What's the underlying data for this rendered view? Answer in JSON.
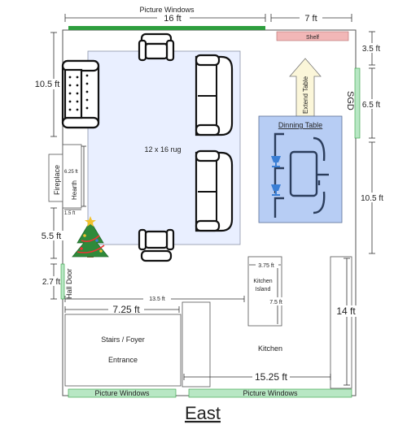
{
  "labels": {
    "picture_windows_top": "Picture Windows",
    "dim_top_16": "16 ft",
    "dim_top_7": "7 ft",
    "shelf": "Shelf",
    "dim_right_35": "3.5 ft",
    "sgd": "SGD",
    "dim_right_65": "6.5 ft",
    "dim_right_105": "10.5 ft",
    "dim_left_105": "10.5 ft",
    "rug": "12 x 16 rug",
    "extend_table": "Extend Table",
    "dining_table": "Dinning Table",
    "fireplace": "Fireplace",
    "hearth": "Hearth",
    "hearth_625": "6.25 ft",
    "hearth_15": "1.5 ft",
    "dim_left_55": "5.5 ft",
    "dim_left_27": "2.7 ft",
    "hall_door": "Hall Door",
    "dim_375": "3.75 ft",
    "kitchen_island_1": "Kitchen",
    "kitchen_island_2": "Island",
    "dim_75": "7.5 ft",
    "dim_135": "13.5 ft",
    "dim_14": "14 ft",
    "dim_725": "7.25 ft",
    "stairs_foyer": "Stairs / Foyer",
    "entrance": "Entrance",
    "kitchen": "Kitchen",
    "dim_1525": "15.25 ft",
    "picture_windows_bottom_left": "Picture Windows",
    "picture_windows_bottom_right": "Picture Windows",
    "east": "East"
  },
  "colors": {
    "window_green": "#2e9e3e",
    "window_light_green": "#b8e7c4",
    "shelf_fill": "#f2b7b7",
    "rug_fill": "#e9efff",
    "dining_fill": "#b7cdf4",
    "dining_stroke": "#2b3d5c",
    "glass_blue": "#3a7fd5",
    "arrow_fill": "#fbf6d9"
  }
}
